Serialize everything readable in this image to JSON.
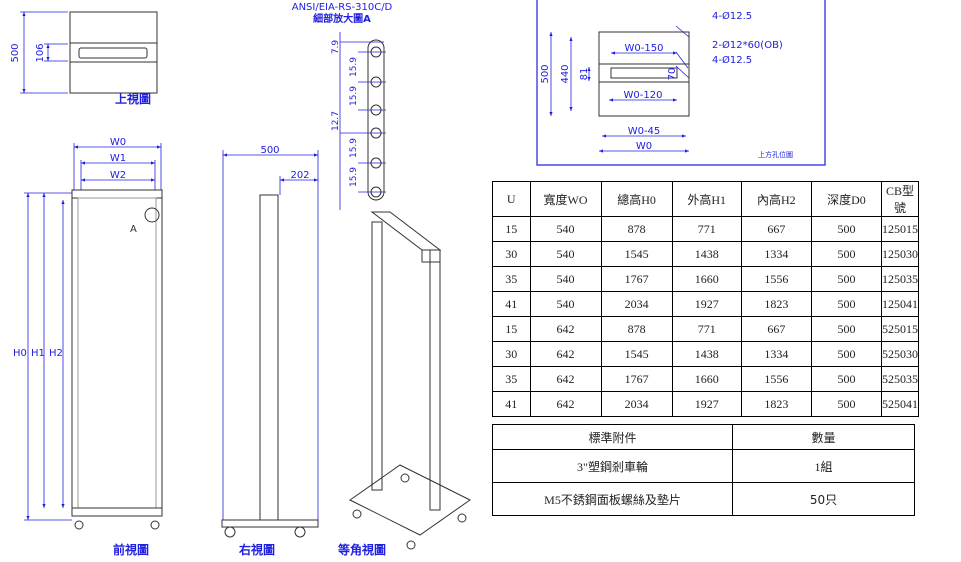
{
  "views": {
    "top_view_label": "上視圖",
    "front_view_label": "前視圖",
    "right_view_label": "右視圖",
    "iso_view_label": "等角視圖",
    "detail_title_1": "ANSI/EIA-RS-310C/D",
    "detail_title_2": "細部放大圖A",
    "detail_marker": "A",
    "hole_position_label": "上方孔位圖"
  },
  "dimensions": {
    "top_depth": "500",
    "top_slot": "106",
    "w0": "W0",
    "w1": "W1",
    "w2": "W2",
    "h0": "H0",
    "h1": "H1",
    "h2": "H2",
    "side_depth": "500",
    "side_post": "202",
    "pitch": [
      "7.9",
      "15.9",
      "15.9",
      "12.7",
      "15.9",
      "15.9"
    ],
    "hp_500": "500",
    "hp_440": "440",
    "hp_81": "81",
    "hp_70": "70",
    "hp_w150": "W0-150",
    "hp_w120": "W0-120",
    "hp_w45": "W0-45",
    "hp_w0": "W0",
    "hp_hole1": "4-Ø12.5",
    "hp_slot": "2-Ø12*60(OB)",
    "hp_hole2": "4-Ø12.5"
  },
  "spec_table": {
    "headers": [
      "U",
      "寬度WO",
      "總高H0",
      "外高H1",
      "內高H2",
      "深度D0",
      "CB型號"
    ],
    "rows": [
      [
        "15",
        "540",
        "878",
        "771",
        "667",
        "500",
        "125015"
      ],
      [
        "30",
        "540",
        "1545",
        "1438",
        "1334",
        "500",
        "125030"
      ],
      [
        "35",
        "540",
        "1767",
        "1660",
        "1556",
        "500",
        "125035"
      ],
      [
        "41",
        "540",
        "2034",
        "1927",
        "1823",
        "500",
        "125041"
      ],
      [
        "15",
        "642",
        "878",
        "771",
        "667",
        "500",
        "525015"
      ],
      [
        "30",
        "642",
        "1545",
        "1438",
        "1334",
        "500",
        "525030"
      ],
      [
        "35",
        "642",
        "1767",
        "1660",
        "1556",
        "500",
        "525035"
      ],
      [
        "41",
        "642",
        "2034",
        "1927",
        "1823",
        "500",
        "525041"
      ]
    ]
  },
  "accessory_table": {
    "headers": [
      "標準附件",
      "數量"
    ],
    "rows": [
      [
        "3\"塑鋼剎車輪",
        "1組"
      ],
      [
        "M5不銹鋼面板螺絲及墊片",
        "50只"
      ]
    ]
  }
}
